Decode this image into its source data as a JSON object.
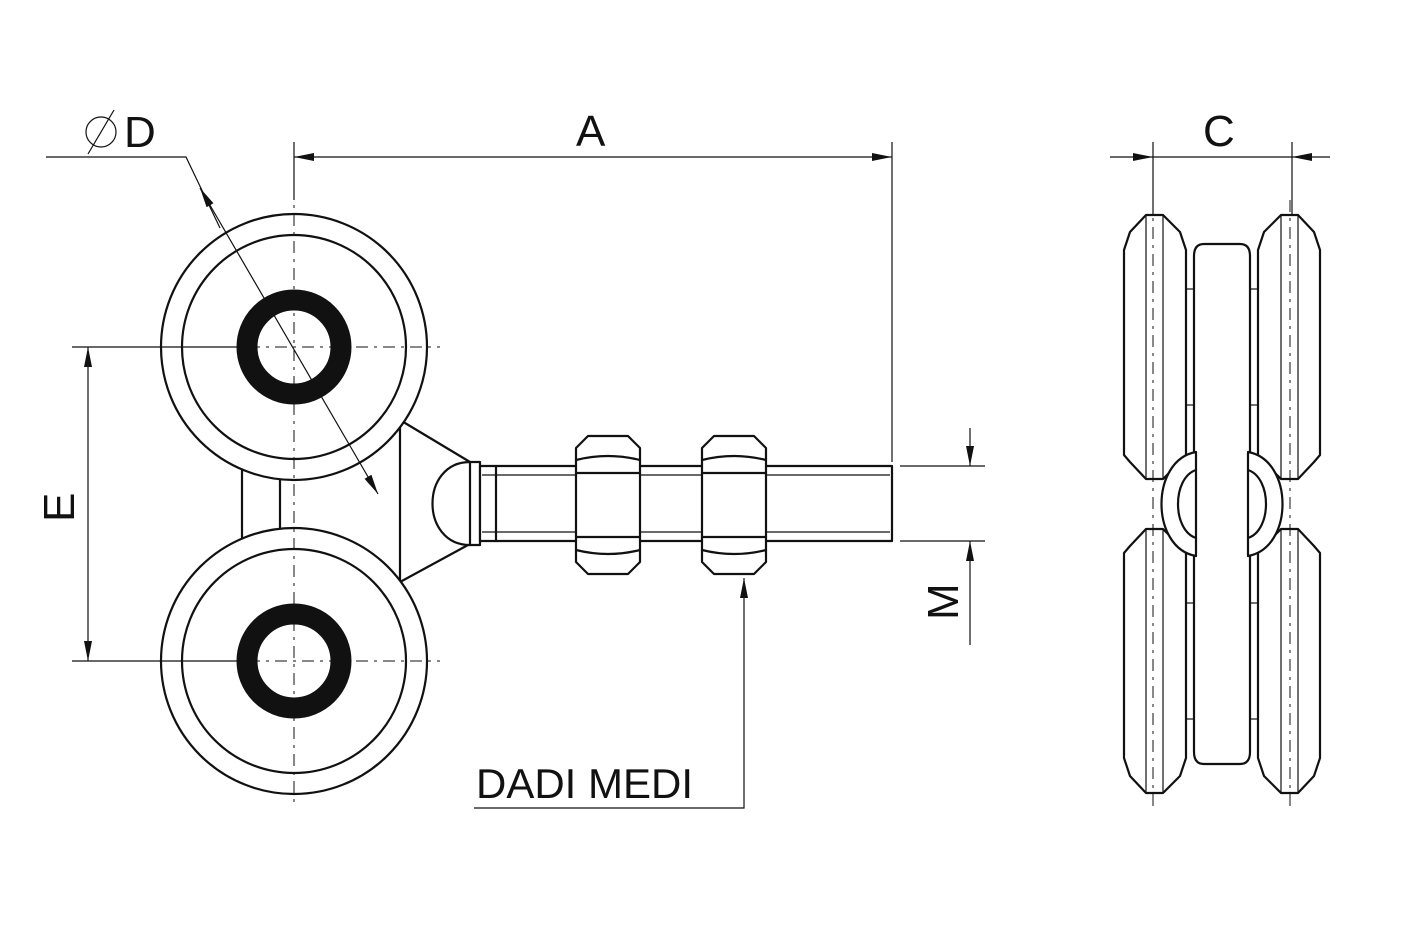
{
  "labels": {
    "diameter": "D",
    "dim_a": "A",
    "dim_c": "C",
    "dim_e": "E",
    "dim_m": "M",
    "note": "DADI MEDI"
  },
  "colors": {
    "line": "#111111",
    "background": "#ffffff"
  }
}
